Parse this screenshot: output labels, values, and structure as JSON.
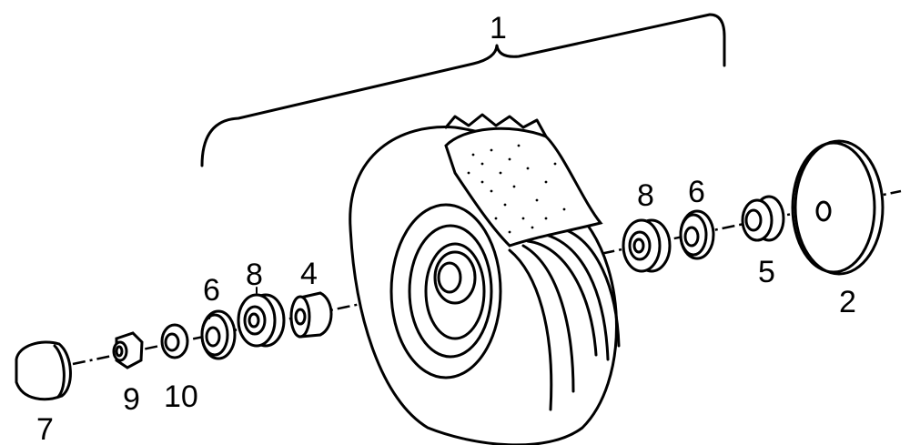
{
  "diagram": {
    "callouts": [
      {
        "id": "assembly",
        "text": "1"
      },
      {
        "id": "disc",
        "text": "2"
      },
      {
        "id": "spacer-tube",
        "text": "4"
      },
      {
        "id": "flanged-nut",
        "text": "5"
      },
      {
        "id": "washer-left",
        "text": "6"
      },
      {
        "id": "washer-right",
        "text": "6"
      },
      {
        "id": "cap",
        "text": "7"
      },
      {
        "id": "bearing-left",
        "text": "8"
      },
      {
        "id": "bearing-right",
        "text": "8"
      },
      {
        "id": "hex-nut",
        "text": "9"
      },
      {
        "id": "small-washer",
        "text": "10"
      }
    ]
  }
}
